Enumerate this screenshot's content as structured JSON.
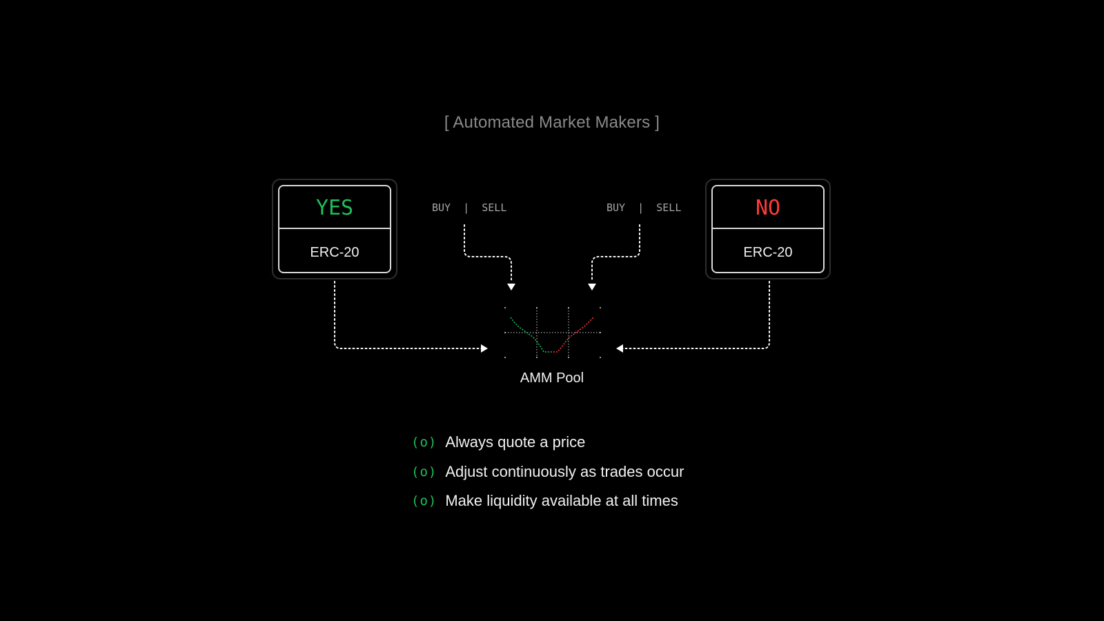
{
  "title": "[ Automated Market Makers ]",
  "tokens": {
    "yes": {
      "name": "YES",
      "standard": "ERC-20",
      "color": "#1fbf5a"
    },
    "no": {
      "name": "NO",
      "standard": "ERC-20",
      "color": "#ff3b3b"
    }
  },
  "flows": {
    "left": {
      "buy": "BUY",
      "separator": "|",
      "sell": "SELL"
    },
    "right": {
      "buy": "BUY",
      "separator": "|",
      "sell": "SELL"
    }
  },
  "pool": {
    "label": "AMM Pool",
    "colors": {
      "yes_curve": "#1fbf5a",
      "no_curve": "#ff3b3b",
      "grid": "#cfcfcf"
    }
  },
  "features": {
    "bullet": "(o)",
    "bullet_color": "#1fbf5a",
    "items": [
      "Always quote a price",
      "Adjust continuously as trades occur",
      "Make liquidity available at all times"
    ]
  }
}
